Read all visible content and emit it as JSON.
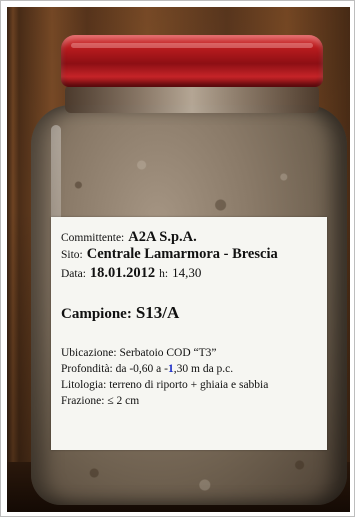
{
  "label": {
    "committente": {
      "label": "Committente:",
      "value": "A2A S.p.A."
    },
    "sito": {
      "label": "Sito:",
      "value": "Centrale Lamarmora - Brescia"
    },
    "data": {
      "label": "Data:",
      "value": "18.01.2012",
      "hour_label": "h:",
      "hour_value": "14,30"
    },
    "campione": {
      "label": "Campione:",
      "value": "S13/A"
    },
    "ubicazione": {
      "label": "Ubicazione:",
      "value": "Serbatoio COD “T3”"
    },
    "profondita": {
      "label": "Profondità:",
      "prefix": "da -0,60 a -",
      "handwritten_digit": "1",
      "suffix": ",30  m da p.c."
    },
    "litologia": {
      "label": "Litologia:",
      "value": "terreno di riporto + ghiaia e sabbia"
    },
    "frazione": {
      "label": "Frazione:",
      "value": "≤ 2 cm"
    }
  },
  "colors": {
    "lid": "#b81b1e",
    "wood": "#6e4322",
    "label_bg": "#f6f6f2",
    "ink_handwritten": "#1a2cc8"
  }
}
